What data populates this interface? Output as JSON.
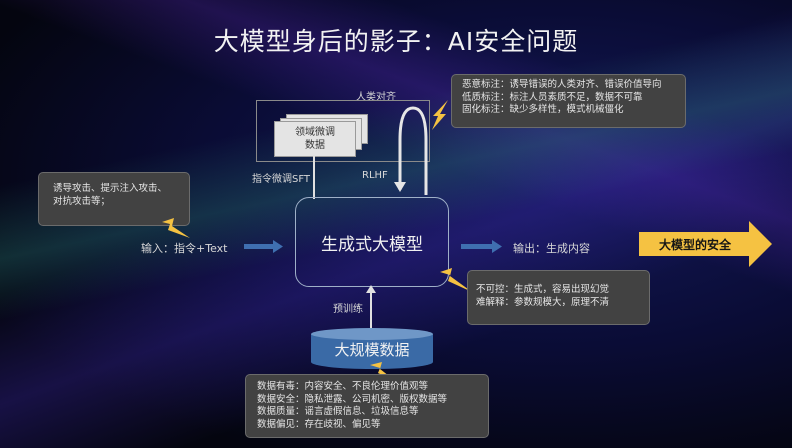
{
  "title": "大模型身后的影子：AI安全问题",
  "alignment": {
    "label": "人类对齐",
    "domain_data": "领域微调\n数据",
    "sft_label": "指令微调SFT",
    "rlhf_label": "RLHF"
  },
  "alignment_note": {
    "lines": [
      "恶意标注：诱导错误的人类对齐、错误价值导向",
      "低质标注：标注人员素质不足，数据不可靠",
      "固化标注：缺少多样性，模式机械僵化"
    ]
  },
  "input_note": {
    "text": "诱导攻击、提示注入攻击、对抗攻击等；"
  },
  "input_label": "输入：指令+Text",
  "model_label": "生成式大模型",
  "output_label": "输出：生成内容",
  "safety_arrow_label": "大模型的安全",
  "output_note": {
    "lines": [
      "不可控：生成式，容易出现幻觉",
      "难解释：参数规模大，原理不清"
    ]
  },
  "pretrain_label": "预训练",
  "data_label": "大规模数据",
  "data_note": {
    "lines": [
      "数据有毒：内容安全、不良伦理价值观等",
      "数据安全：隐私泄露、公司机密、版权数据等",
      "数据质量：谣言虚假信息、垃圾信息等",
      "数据偏见：存在歧视、偏见等"
    ]
  },
  "colors": {
    "accent_yellow": "#f5c242",
    "arrow_blue": "#3f6fb0",
    "note_bg": "#424242"
  }
}
